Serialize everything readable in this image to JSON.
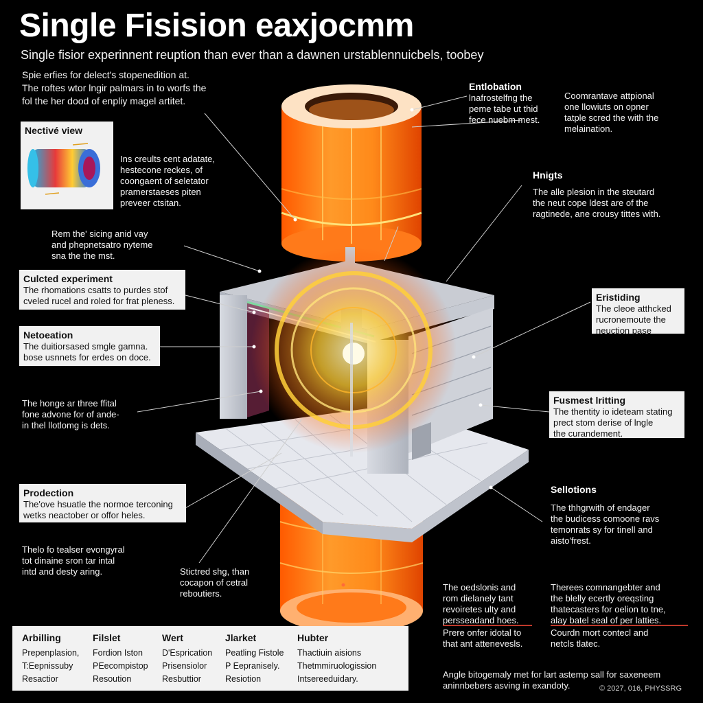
{
  "title": "Single Fisision eaxjocmm",
  "subtitle": "Single fisior experinnent reuption than ever than a dawnen urstablennuicbels, toobey",
  "intro": "Spie erfies for delect's stopenedition at.\nThe roftes wtor lngir palmars in to worfs the\nfol the her dood of enpliy magel artitet.",
  "nective_view": {
    "heading": "Nectivé view",
    "text": "Ins creults cent adatate,\nhestecone reckes, of\ncoongaent of seletator\npramerstaeses piten\npreveer ctsitan."
  },
  "left_labels": [
    {
      "text": "Rem the' sicing anid vay\nand phepnetsatro nyteme\nsna the the mst."
    },
    {
      "heading": "Culcted experiment",
      "text": "The rhomations csatts to purdes stof\ncveled rucel and roled for frat pleness."
    },
    {
      "heading": "Netoeation",
      "text": "The duitiorsased smgle gamna.\nbose usnnets for erdes on doce."
    },
    {
      "text": "The honge ar three ffital\nfone advone for of ande-\nin thel llotlomg is dets."
    },
    {
      "heading": "Prodection",
      "text": "The'ove hsuatle the normoe terconing\nwetks neactober or offor heles."
    },
    {
      "text": "Thelo fo tealser evongyral\ntot dinaine sron tar intal\nintd and desty aring."
    }
  ],
  "center_note": "Stictred shg, than\ncocapon of cetral\nreboutiers.",
  "right_labels": [
    {
      "heading": "Entlobation",
      "text": "lnafrostelfng the\npeme tabe ut thid\nfece nuebm mest."
    },
    {
      "text": "Coomrantave attpional\none llowiuts on opner\ntatple scred the with the\nmelaination."
    },
    {
      "heading": "Hnigts",
      "text": "The alle plesion in the steutard\nthe neut cope ldest are of the\nragtinede, ane crousy tittes with."
    },
    {
      "heading": "Eristiding",
      "text": "The cleoe atthcked\nrucronemoute the\nneuction pase"
    },
    {
      "heading": "Fusmest lritting",
      "text": "The thentity io ideteam stating\nprect stom derise of lngle\nthe curandement."
    },
    {
      "heading": "Sellotions",
      "text": "The thhgrwith of endager\nthe budicess comoone ravs\ntemonrats sy for tinell and\naisto'frest."
    }
  ],
  "bottom_notes": {
    "left_a": "The oedslonis and\nrom dielanely tant\nrevoiretes ulty and\npersseadand hoes.",
    "left_b": "Prere onfer idotal to\nthat ant attenevesls.",
    "right_a": "Therees comnangebter and\nthe blelly ecertly oreqsting\nthatecasters for oelion to tne,\nalay batel seal of per latties.",
    "right_b": "Courdn mort contecl and\nnetcls tlatec.",
    "footer": "Angle bitogemaly met for lart astemp sall for saxeneem\naninnbebers asving in exandoty.",
    "copyright": "© 2027, 016, PHYSSRG"
  },
  "table": {
    "columns": [
      {
        "header": "Arbilling",
        "rows": [
          "Prepenplasion,",
          "T:Eepnissuby",
          "Resactior"
        ]
      },
      {
        "header": "Filslet",
        "rows": [
          "Fordion Iston",
          "PEecompistop",
          "Resoution"
        ]
      },
      {
        "header": "Wert",
        "rows": [
          "D'Esprication",
          "Prisensiolor",
          "Resbuttior"
        ]
      },
      {
        "header": "Jlarket",
        "rows": [
          "Peatling Fistole",
          "P Eepranisely.",
          "Resiotion"
        ]
      },
      {
        "header": "Hubter",
        "rows": [
          "Thactiuin aisions",
          "Thetmmiruologission",
          "Intsereeduidary."
        ]
      }
    ]
  },
  "colors": {
    "background": "#000000",
    "cylinder_orange": "#ff7a1a",
    "cylinder_glow": "#ffd04a",
    "frame_gray": "#c9ccd3",
    "label_box": "#f1f1f1"
  }
}
